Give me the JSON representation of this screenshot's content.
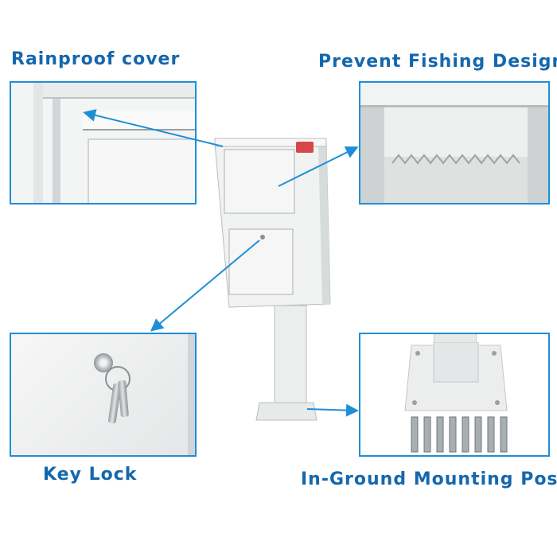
{
  "labels": {
    "rainproof": "Rainproof cover",
    "fishing": "Prevent Fishing Design",
    "keylock": "Key Lock",
    "mounting": "In-Ground Mounting Post"
  },
  "colors": {
    "label": "#1567ad",
    "frame": "#1e8fd6",
    "flag": "#d9464a"
  }
}
